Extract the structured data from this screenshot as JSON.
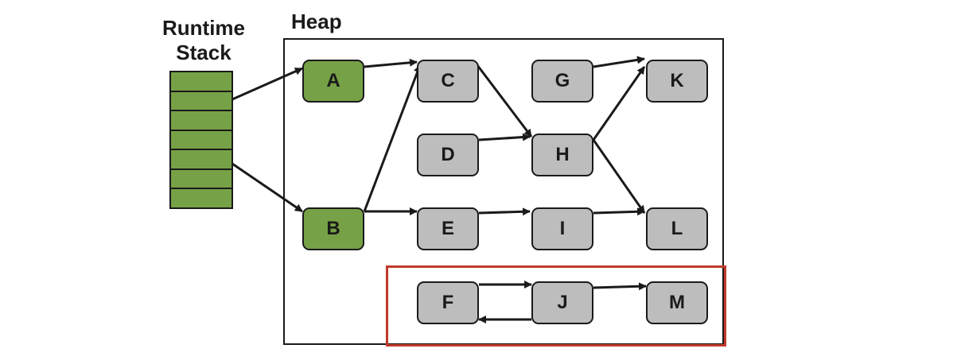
{
  "stack": {
    "title_line1": "Runtime",
    "title_line2": "Stack",
    "cell_count": 7
  },
  "heap": {
    "title": "Heap"
  },
  "colors": {
    "root": "#77a146",
    "object": "#bdbdbd",
    "border": "#1a1a1a",
    "highlight": "#c0392b"
  },
  "nodes": [
    {
      "id": "A",
      "label": "A",
      "root": true
    },
    {
      "id": "B",
      "label": "B",
      "root": true
    },
    {
      "id": "C",
      "label": "C",
      "root": false
    },
    {
      "id": "D",
      "label": "D",
      "root": false
    },
    {
      "id": "E",
      "label": "E",
      "root": false
    },
    {
      "id": "F",
      "label": "F",
      "root": false
    },
    {
      "id": "G",
      "label": "G",
      "root": false
    },
    {
      "id": "H",
      "label": "H",
      "root": false
    },
    {
      "id": "I",
      "label": "I",
      "root": false
    },
    {
      "id": "J",
      "label": "J",
      "root": false
    },
    {
      "id": "K",
      "label": "K",
      "root": false
    },
    {
      "id": "L",
      "label": "L",
      "root": false
    },
    {
      "id": "M",
      "label": "M",
      "root": false
    }
  ],
  "edges": [
    {
      "from": "stack",
      "to": "A"
    },
    {
      "from": "stack",
      "to": "B"
    },
    {
      "from": "A",
      "to": "C"
    },
    {
      "from": "B",
      "to": "C"
    },
    {
      "from": "B",
      "to": "E"
    },
    {
      "from": "C",
      "to": "H"
    },
    {
      "from": "D",
      "to": "H"
    },
    {
      "from": "G",
      "to": "K"
    },
    {
      "from": "H",
      "to": "K"
    },
    {
      "from": "H",
      "to": "L"
    },
    {
      "from": "E",
      "to": "I"
    },
    {
      "from": "I",
      "to": "L"
    },
    {
      "from": "F",
      "to": "J"
    },
    {
      "from": "J",
      "to": "F"
    },
    {
      "from": "J",
      "to": "M"
    }
  ],
  "unreachable_group": [
    "F",
    "J",
    "M"
  ]
}
